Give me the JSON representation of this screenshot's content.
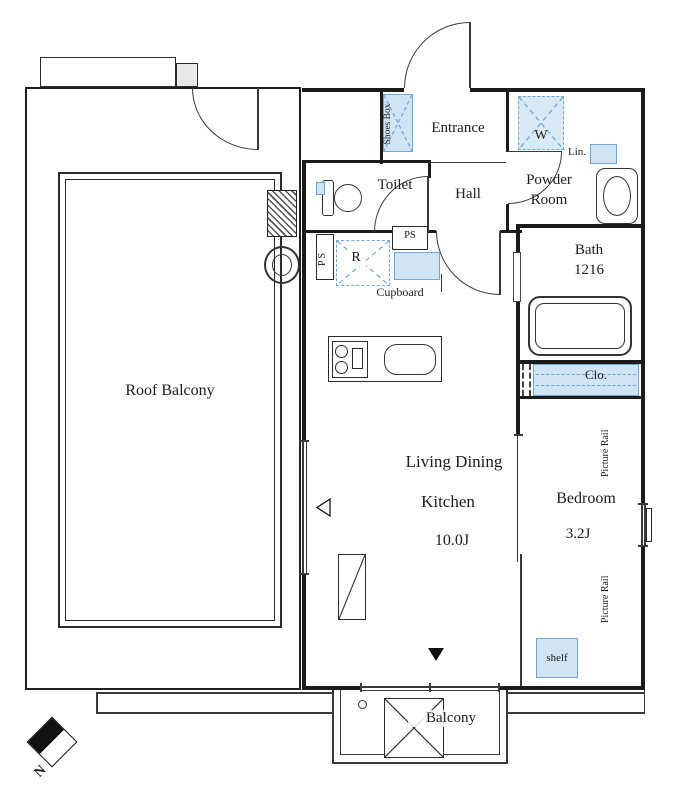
{
  "labels": {
    "roof_balcony": "Roof Balcony",
    "entrance": "Entrance",
    "shoes_box": "Shoes Box",
    "toilet": "Toilet",
    "hall": "Hall",
    "powder_1": "Powder",
    "powder_2": "Room",
    "washer": "W",
    "linen": "Lin.",
    "bath_1": "Bath",
    "bath_2": "1216",
    "ps": "PS",
    "fridge": "R",
    "cupboard": "Cupboard",
    "closet": "Clo.",
    "ldk_1": "Living Dining",
    "ldk_2": "Kitchen",
    "ldk_size": "10.0J",
    "bedroom": "Bedroom",
    "bedroom_size": "3.2J",
    "picture_rail": "Picture Rail",
    "shelf": "shelf",
    "balcony": "Balcony",
    "compass_n": "N"
  },
  "colors": {
    "wall": "#1b1b1b",
    "fixture_fill": "#cfe4f4",
    "fixture_stroke": "#72a7d3"
  }
}
